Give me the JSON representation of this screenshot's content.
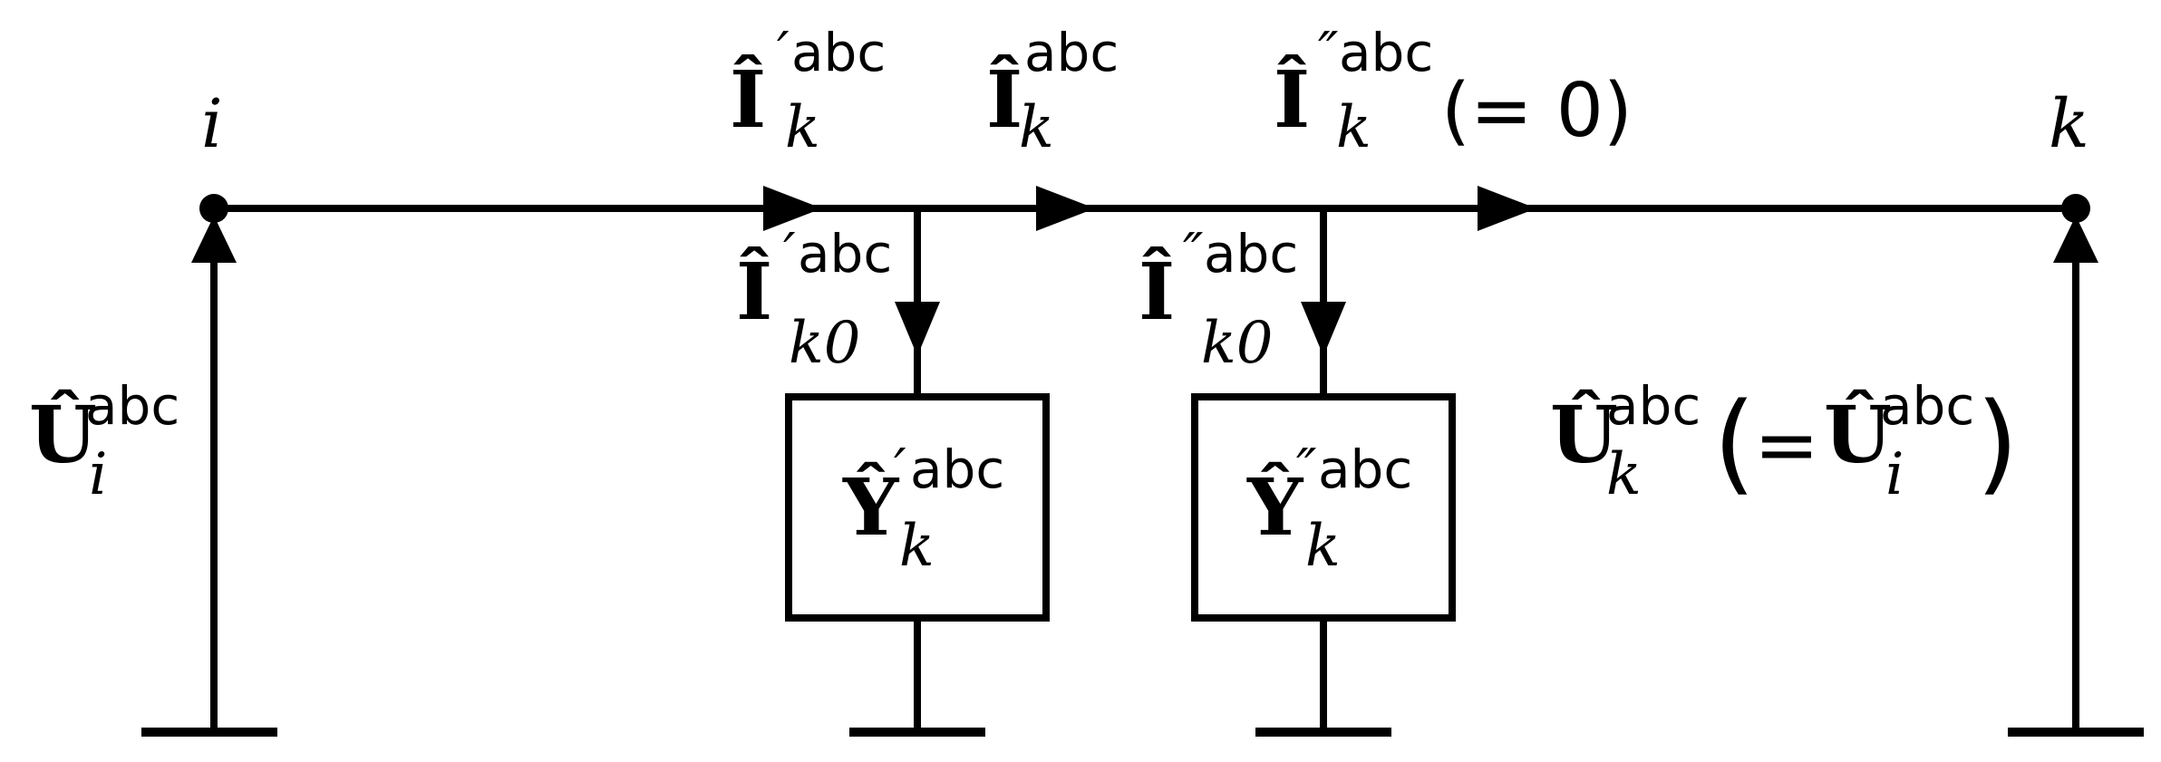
{
  "nodes": {
    "i": {
      "label": "i"
    },
    "k": {
      "label": "k"
    }
  },
  "currents": {
    "I_k_prime": {
      "symbol": "Î",
      "prime": "′",
      "sup": "abc",
      "sub": "k"
    },
    "I_k": {
      "symbol": "Î",
      "prime": "",
      "sup": "abc",
      "sub": "k"
    },
    "I_k_dprime": {
      "symbol": "Î",
      "prime": "″",
      "sup": "abc",
      "sub": "k",
      "note": "(= 0)"
    },
    "I_k0_prime": {
      "symbol": "Î",
      "prime": "′",
      "sup": "abc",
      "sub": "k0"
    },
    "I_k0_dprime": {
      "symbol": "Î",
      "prime": "″",
      "sup": "abc",
      "sub": "k0"
    }
  },
  "admittances": {
    "Y_k_prime": {
      "symbol": "Ŷ",
      "prime": "′",
      "sup": "abc",
      "sub": "k"
    },
    "Y_k_dprime": {
      "symbol": "Ŷ",
      "prime": "″",
      "sup": "abc",
      "sub": "k"
    }
  },
  "voltages": {
    "U_i": {
      "symbol": "Û",
      "sup": "abc",
      "sub": "i"
    },
    "U_k": {
      "symbol": "Û",
      "sup": "abc",
      "sub": "k",
      "open_paren": "(",
      "equals": "=",
      "rhs_symbol": "Û",
      "rhs_sup": "abc",
      "rhs_sub": "i",
      "close_paren": ")"
    }
  }
}
